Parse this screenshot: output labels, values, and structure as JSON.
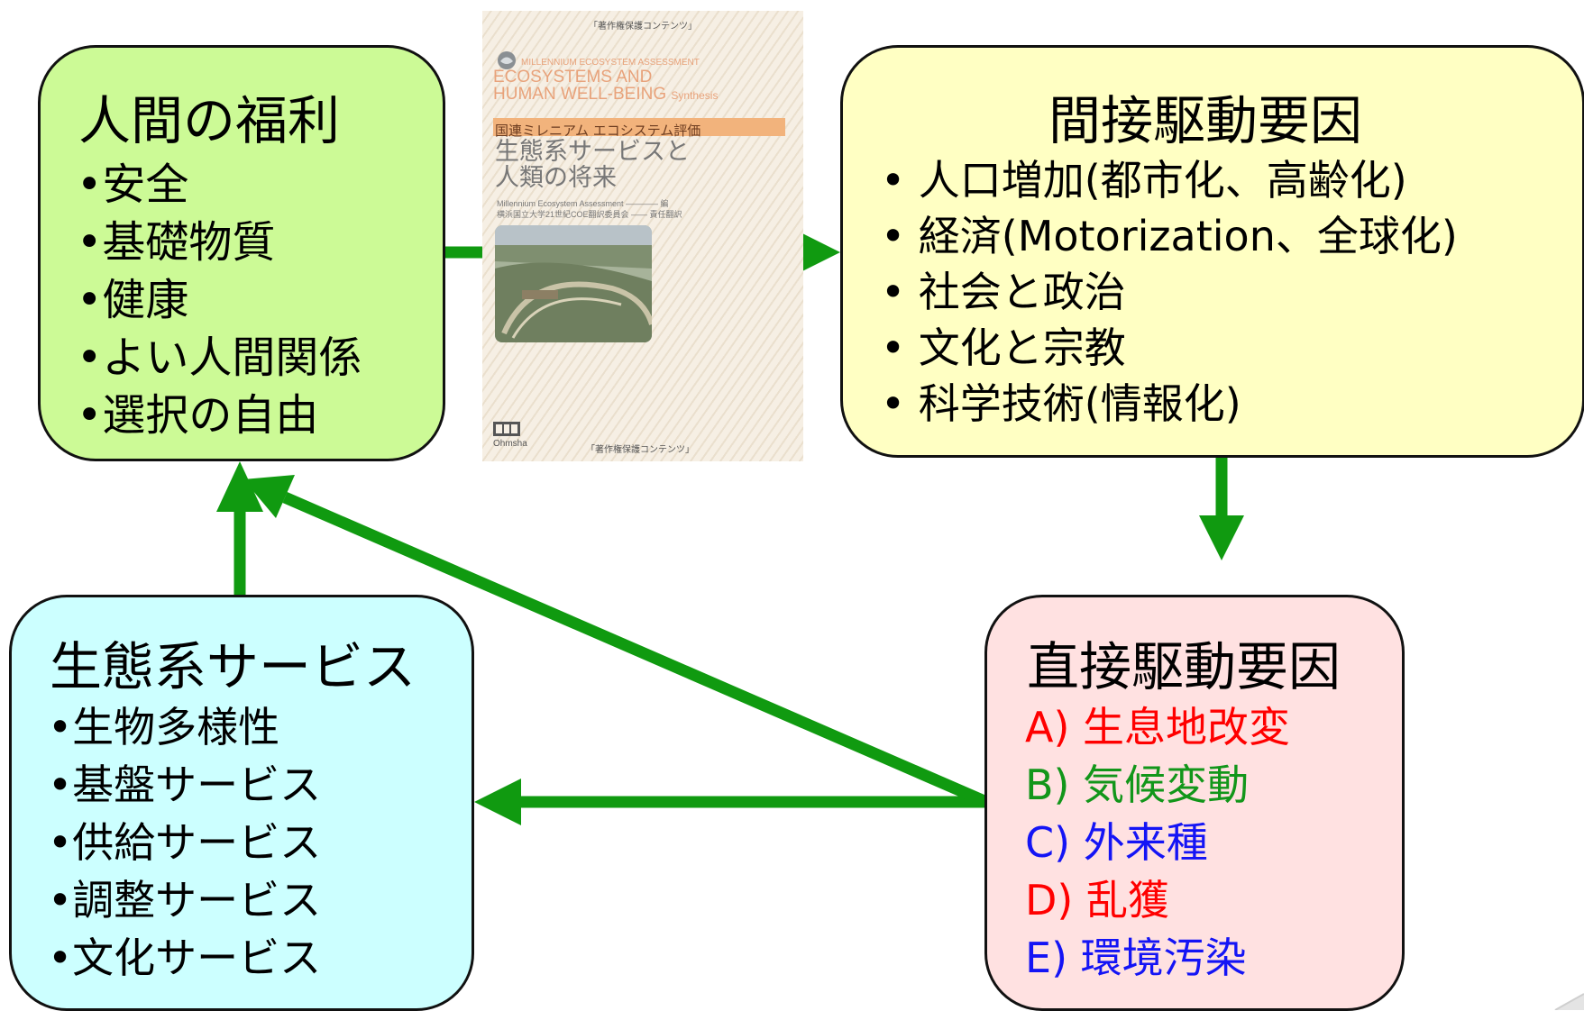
{
  "colors": {
    "arrow": "#109a10",
    "wellbeing_fill": "#ccfa96",
    "indirect_fill": "#ffffc3",
    "ecosystem_fill": "#ccffff",
    "direct_fill": "#ffe1e1",
    "red": "#ff0000",
    "green": "#12961a",
    "blue": "#1414f5"
  },
  "human_wellbeing": {
    "title": "人間の福利",
    "items": [
      "•安全",
      "•基礎物質",
      "•健康",
      "•よい人間関係",
      "•選択の自由"
    ]
  },
  "indirect_drivers": {
    "title": "間接駆動要因",
    "items": [
      "• 人口増加(都市化、高齢化)",
      "• 経済(Motorization、全球化)",
      "• 社会と政治",
      "• 文化と宗教",
      "• 科学技術(情報化)"
    ]
  },
  "ecosystem_services": {
    "title": "生態系サービス",
    "items": [
      "•生物多様性",
      "•基盤サービス",
      "•供給サービス",
      "•調整サービス",
      "•文化サービス"
    ]
  },
  "direct_drivers": {
    "title": "直接駆動要因",
    "items": [
      {
        "text": "A) 生息地改変",
        "color": "#ff0000"
      },
      {
        "text": "B) 気候変動",
        "color": "#12961a"
      },
      {
        "text": "C) 外来種",
        "color": "#1414f5"
      },
      {
        "text": "D) 乱獲",
        "color": "#ff0000"
      },
      {
        "text": "E) 環境汚染",
        "color": "#1414f5"
      }
    ]
  },
  "book_cover": {
    "top_note": "「著作権保護コンテンツ」",
    "series": "MILLENNIUM ECOSYSTEM ASSESSMENT",
    "title_en_line1": "ECOSYSTEMS AND",
    "title_en_line2": "HUMAN WELL-BEING",
    "title_en_suffix": "Synthesis",
    "band_text": "国連ミレニアム エコシステム評価",
    "title_jp_line1": "生態系サービスと",
    "title_jp_line2": "人類の将来",
    "author_line1": "Millennium Ecosystem Assessment ———— 編",
    "author_line2": "横浜国立大学21世紀COE翻訳委員会 —— 責任翻訳",
    "publisher": "Ohmsha",
    "bottom_note": "「著作権保護コンテンツ」"
  }
}
